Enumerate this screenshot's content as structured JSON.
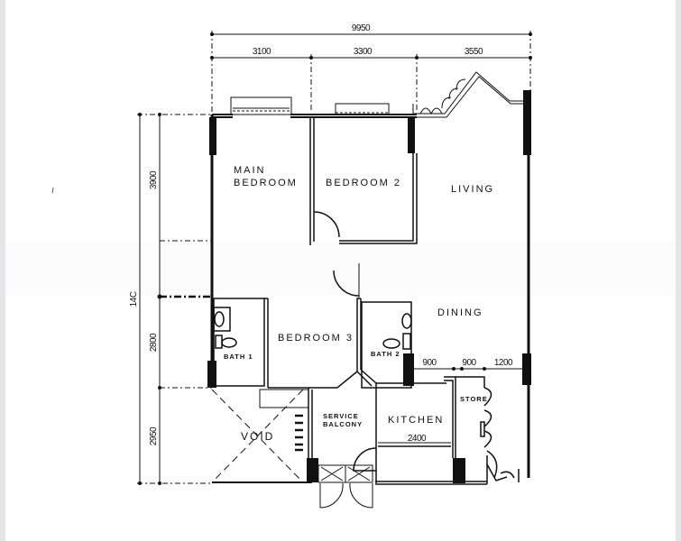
{
  "plan": {
    "rooms": {
      "main_bedroom_line1": "MAIN",
      "main_bedroom_line2": "BEDROOM",
      "bedroom2": "BEDROOM 2",
      "living": "LIVING",
      "dining": "DINING",
      "bedroom3": "BEDROOM 3",
      "bath1": "BATH 1",
      "bath2": "BATH 2",
      "service_line1": "SERVICE",
      "service_line2": "BALCONY",
      "kitchen": "KITCHEN",
      "store": "STORE",
      "void": "VOID"
    },
    "dimensions": {
      "total_width": "9950",
      "width_segments": [
        "3100",
        "3300",
        "3550"
      ],
      "total_height": "14C",
      "height_segments": [
        "3900",
        "2800",
        "2950"
      ],
      "dining_segments": [
        "900",
        "900",
        "1200"
      ],
      "kitchen_width": "2400"
    },
    "colors": {
      "ink": "#111111",
      "paper": "#ffffff",
      "frame": "#e6e6e9"
    }
  }
}
